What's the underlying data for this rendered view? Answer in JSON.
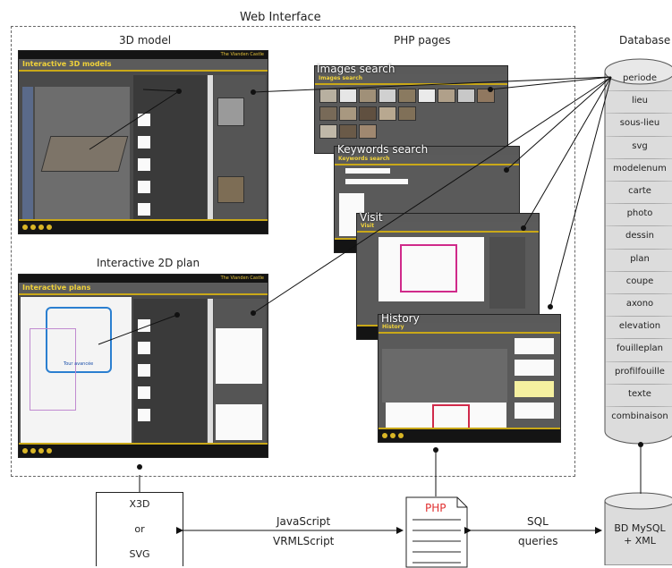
{
  "web_interface": {
    "title": "Web Interface"
  },
  "sections": {
    "model3d": "3D model",
    "php_pages": "PHP pages",
    "plan2d": "Interactive 2D plan",
    "database": "Database"
  },
  "screens": {
    "model3d": {
      "banner": "The Vianden Castle",
      "title": "Interactive 3D models"
    },
    "plan2d": {
      "banner": "The Vianden Castle",
      "title": "Interactive plans",
      "tag": "Tour avancée"
    },
    "images": {
      "label": "Images search",
      "title": "Images search"
    },
    "keywords": {
      "label": "Keywords search",
      "title": "Keywords search"
    },
    "visit": {
      "label": "Visit",
      "title": "Visit"
    },
    "history": {
      "label": "History",
      "title": "History"
    }
  },
  "database": {
    "fields": [
      "periode",
      "lieu",
      "sous-lieu",
      "svg",
      "modelenum",
      "carte",
      "photo",
      "dessin",
      "plan",
      "coupe",
      "axono",
      "elevation",
      "fouilleplan",
      "profilfouille",
      "texte",
      "combinaison"
    ]
  },
  "bottom": {
    "x3d": {
      "line1": "X3D",
      "line2": "or",
      "line3": "SVG"
    },
    "js": {
      "line1": "JavaScript",
      "line2": "VRMLScript"
    },
    "php": {
      "label": "PHP"
    },
    "sql": {
      "line1": "SQL",
      "line2": "queries"
    },
    "bd": {
      "line1": "BD MySQL",
      "line2": "+ XML"
    }
  },
  "colors": {
    "accent": "#e6c33a",
    "screen_bg": "#4a4a4a",
    "php_red": "#e03030"
  }
}
